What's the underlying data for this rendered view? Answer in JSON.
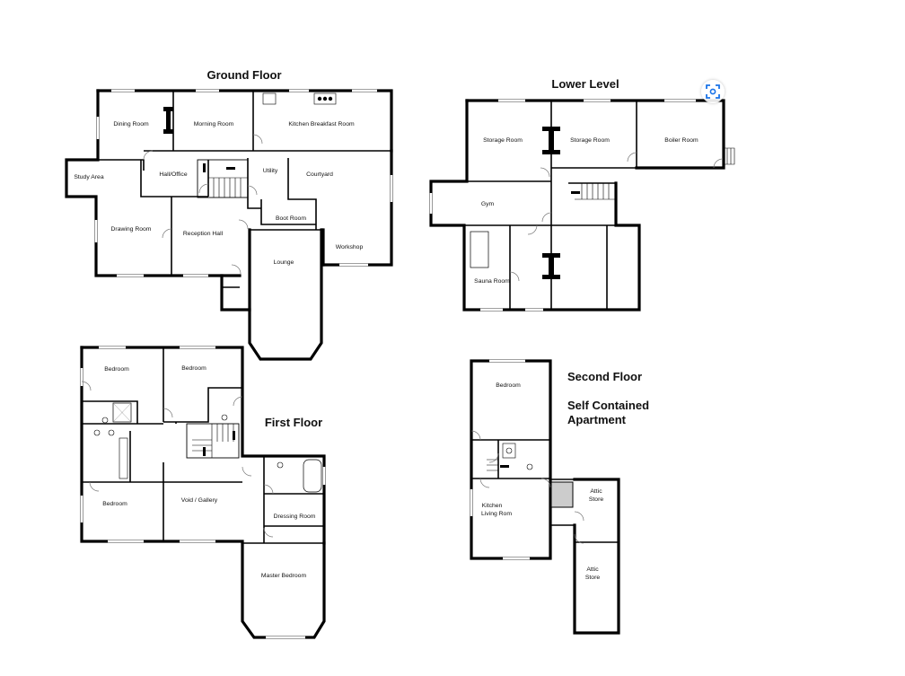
{
  "titles": {
    "ground": "Ground Floor",
    "lower": "Lower Level",
    "first": "First Floor",
    "second_line1": "Second Floor",
    "second_line2": "Self Contained",
    "second_line3": "Apartment"
  },
  "ground_rooms": {
    "dining": "Dining Room",
    "morning": "Morning Room",
    "kitchen": "Kitchen Breakfast Room",
    "study": "Study Area",
    "hall_office": "Hall/Office",
    "utility": "Utility",
    "courtyard": "Courtyard",
    "drawing": "Drawing Room",
    "reception": "Reception Hall",
    "boot": "Boot Room",
    "workshop": "Workshop",
    "lounge": "Lounge"
  },
  "lower_rooms": {
    "storage1": "Storage Room",
    "storage2": "Storage Room",
    "boiler": "Boiler Room",
    "gym": "Gym",
    "sauna": "Sauna Room"
  },
  "first_rooms": {
    "bedroom1": "Bedroom",
    "bedroom2": "Bedroom",
    "bedroom3": "Bedroom",
    "void": "Void / Gallery",
    "dressing": "Dressing Room",
    "master": "Master Bedroom"
  },
  "second_rooms": {
    "bedroom": "Bedroom",
    "kitchen_l1": "Kitchen",
    "kitchen_l2": "Living Rom",
    "attic1_l1": "Attic",
    "attic1_l2": "Store",
    "attic2_l1": "Attic",
    "attic2_l2": "Store"
  },
  "controls": {
    "visual_search_icon": "scan-search-icon"
  }
}
